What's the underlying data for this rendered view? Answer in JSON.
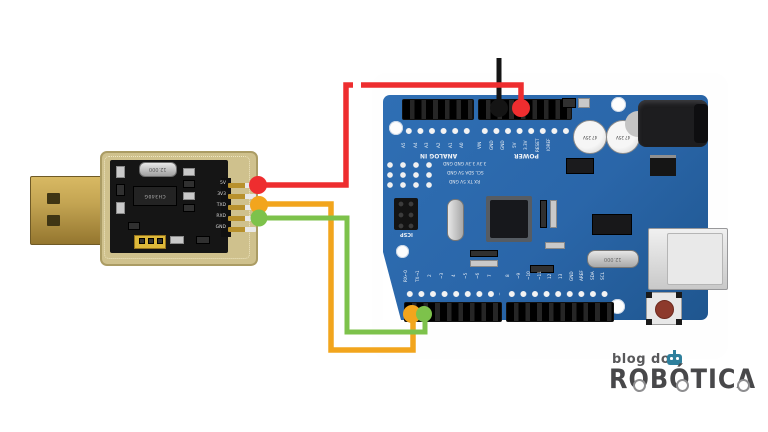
{
  "adapter": {
    "crystal": "12.000",
    "chip": "CH340G",
    "pin_labels": [
      "5V",
      "3V3",
      "TXD",
      "RXD",
      "GND"
    ]
  },
  "arduino": {
    "silk": {
      "analog_in": "ANALOG IN",
      "power": "POWER",
      "icsp": "ICSP"
    },
    "analog_pins": [
      "A5",
      "A4",
      "A3",
      "A2",
      "A1",
      "A0"
    ],
    "power_pins": [
      "VIN",
      "GND",
      "GND",
      "5V",
      "3.3V",
      "RESET",
      "IOREF",
      ""
    ],
    "digital_pins_left": [
      "RX←0",
      "TX→1",
      "2",
      "~3",
      "4",
      "~5",
      "~6",
      "7"
    ],
    "digital_pins_right": [
      "8",
      "~9",
      "~10",
      "~11",
      "12",
      "13",
      "GND",
      "AREF",
      "SDA",
      "SCL"
    ],
    "pad_grid_lines": [
      "3.3V 3.3V GND GND",
      "SCL SDA 5V GND",
      "RX TX 5V GND"
    ],
    "cap_label": "47 25V",
    "crystal": "12.000"
  },
  "wires": {
    "red": {
      "color": "#ee2d2f",
      "from": "USB-serial 5V",
      "to": "Arduino 5V"
    },
    "black": {
      "color": "#141414",
      "from": "Arduino GND",
      "to": "off-screen top"
    },
    "orange": {
      "color": "#f2a51d",
      "from": "USB-serial TXD",
      "to": "Arduino pin 0 (RX)"
    },
    "green": {
      "color": "#7dc24b",
      "from": "USB-serial RXD",
      "to": "Arduino pin 1 (TX)"
    }
  },
  "logo": {
    "blog_do": "blog do",
    "robotica": "ROBÓTICA",
    "accent_color": "#2e7f9c",
    "text_color": "#48484a"
  }
}
